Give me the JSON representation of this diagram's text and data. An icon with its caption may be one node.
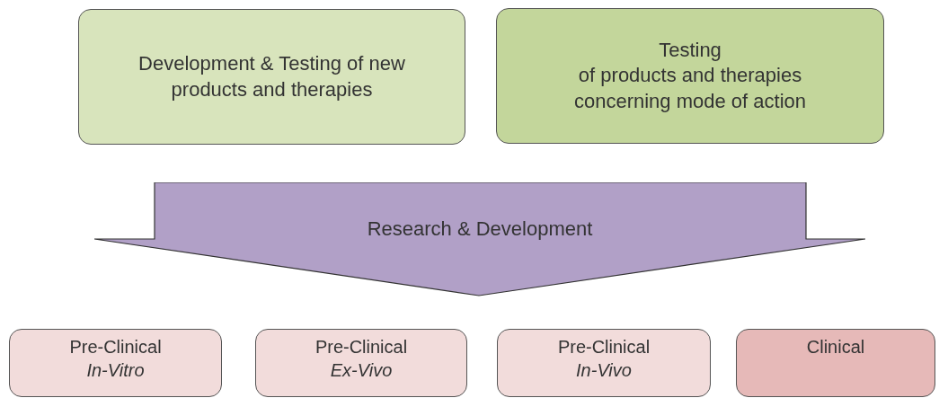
{
  "diagram": {
    "nodes": [
      {
        "text": [
          "Development & Testing of new products and therapies"
        ]
      },
      {
        "text": [
          "Testing",
          "of products and therapies concerning mode of action"
        ]
      },
      {
        "text": [
          "Research & Development"
        ]
      },
      {
        "text": [
          "Pre-Clinical",
          "In-Vitro"
        ]
      },
      {
        "text": [
          "Pre-Clinical",
          "Ex-Vivo"
        ]
      },
      {
        "text": [
          "Pre-Clinical",
          "In-Vivo"
        ]
      },
      {
        "text": [
          "Clinical"
        ]
      }
    ]
  }
}
